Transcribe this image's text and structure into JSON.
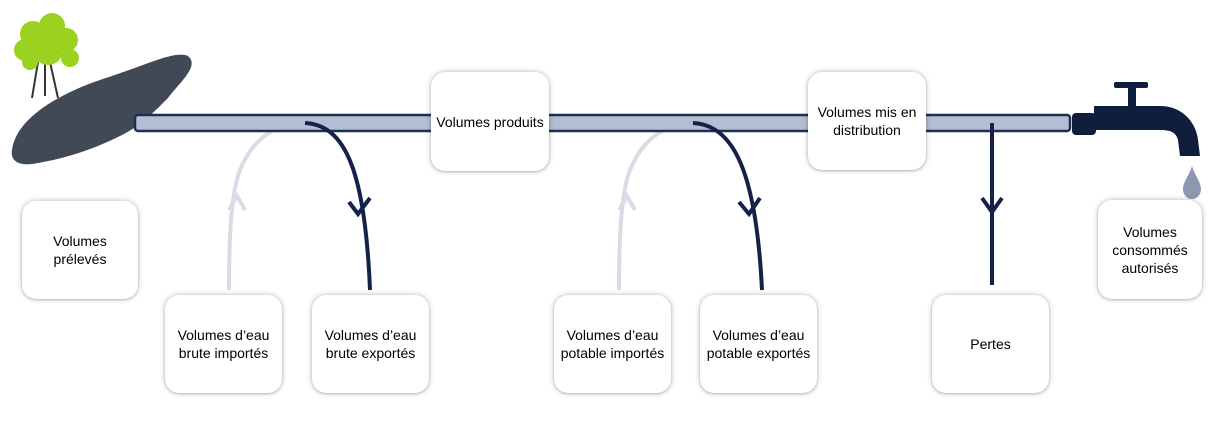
{
  "colors": {
    "pipe_fill": "#b3bed2",
    "pipe_stroke": "#1e2f52",
    "export_arrow": "#14214a",
    "import_arrow": "#d9dce4",
    "tree_green": "#9bd11f",
    "drop": "#8c98ad"
  },
  "icons": [
    "tree-icon",
    "lake-icon",
    "tap-icon",
    "water-drop-icon"
  ],
  "labels": {
    "preleves": "Volumes prélevés",
    "produits": "Volumes produits",
    "distribution": "Volumes mis en distribution",
    "consommes": "Volumes consommés autorisés",
    "brute_importes": "Volumes d’eau brute importés",
    "brute_exportes": "Volumes d’eau brute exportés",
    "potable_importes": "Volumes d’eau potable importés",
    "potable_exportes": "Volumes d’eau potable exportés",
    "pertes": "Pertes"
  }
}
